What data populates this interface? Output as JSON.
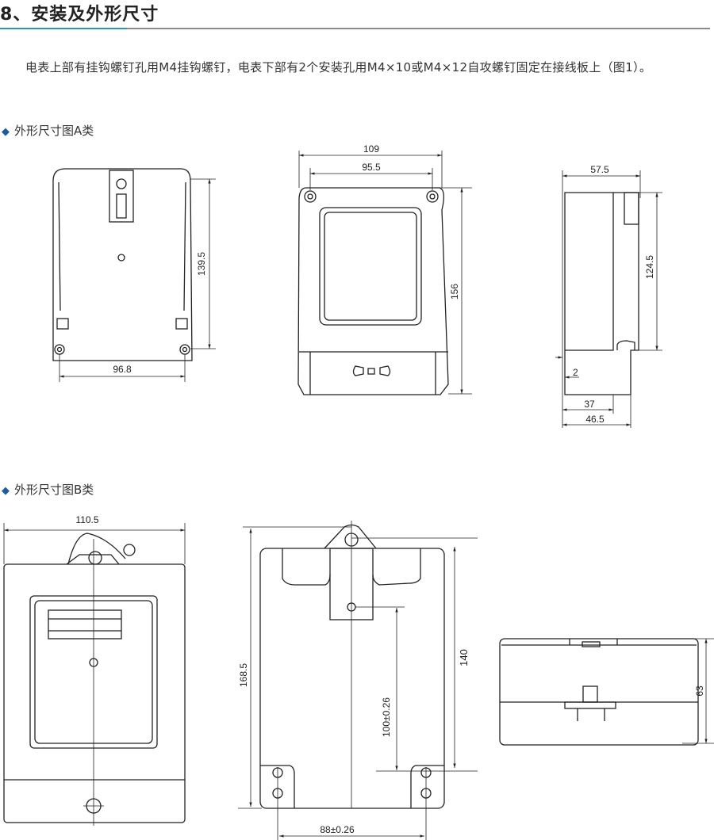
{
  "header": {
    "title": "8、安装及外形尺寸"
  },
  "intro": "电表上部有挂钩螺钉孔用M4挂钩螺钉，电表下部有2个安装孔用M4×10或M4×12自攻螺钉固定在接线板上（图1）。",
  "section_a": {
    "label": "外形尺寸图A类",
    "dims": {
      "rear_height": "139.5",
      "rear_width": "96.8",
      "front_width": "109",
      "hole_spacing": "95.5",
      "front_height": "156",
      "side_depth": "57.5",
      "side_height": "124.5",
      "gap": "2",
      "depth_inner": "37",
      "depth_total": "46.5"
    }
  },
  "section_b": {
    "label": "外形尺寸图B类",
    "dims": {
      "front_width": "110.5",
      "total_height": "168.5",
      "height": "140",
      "hole_vertical": "100±0.26",
      "hole_horizontal": "88±0.26",
      "depth": "63"
    }
  },
  "colors": {
    "accent": "#2a9aa6",
    "bullet": "#1d5d9b"
  }
}
